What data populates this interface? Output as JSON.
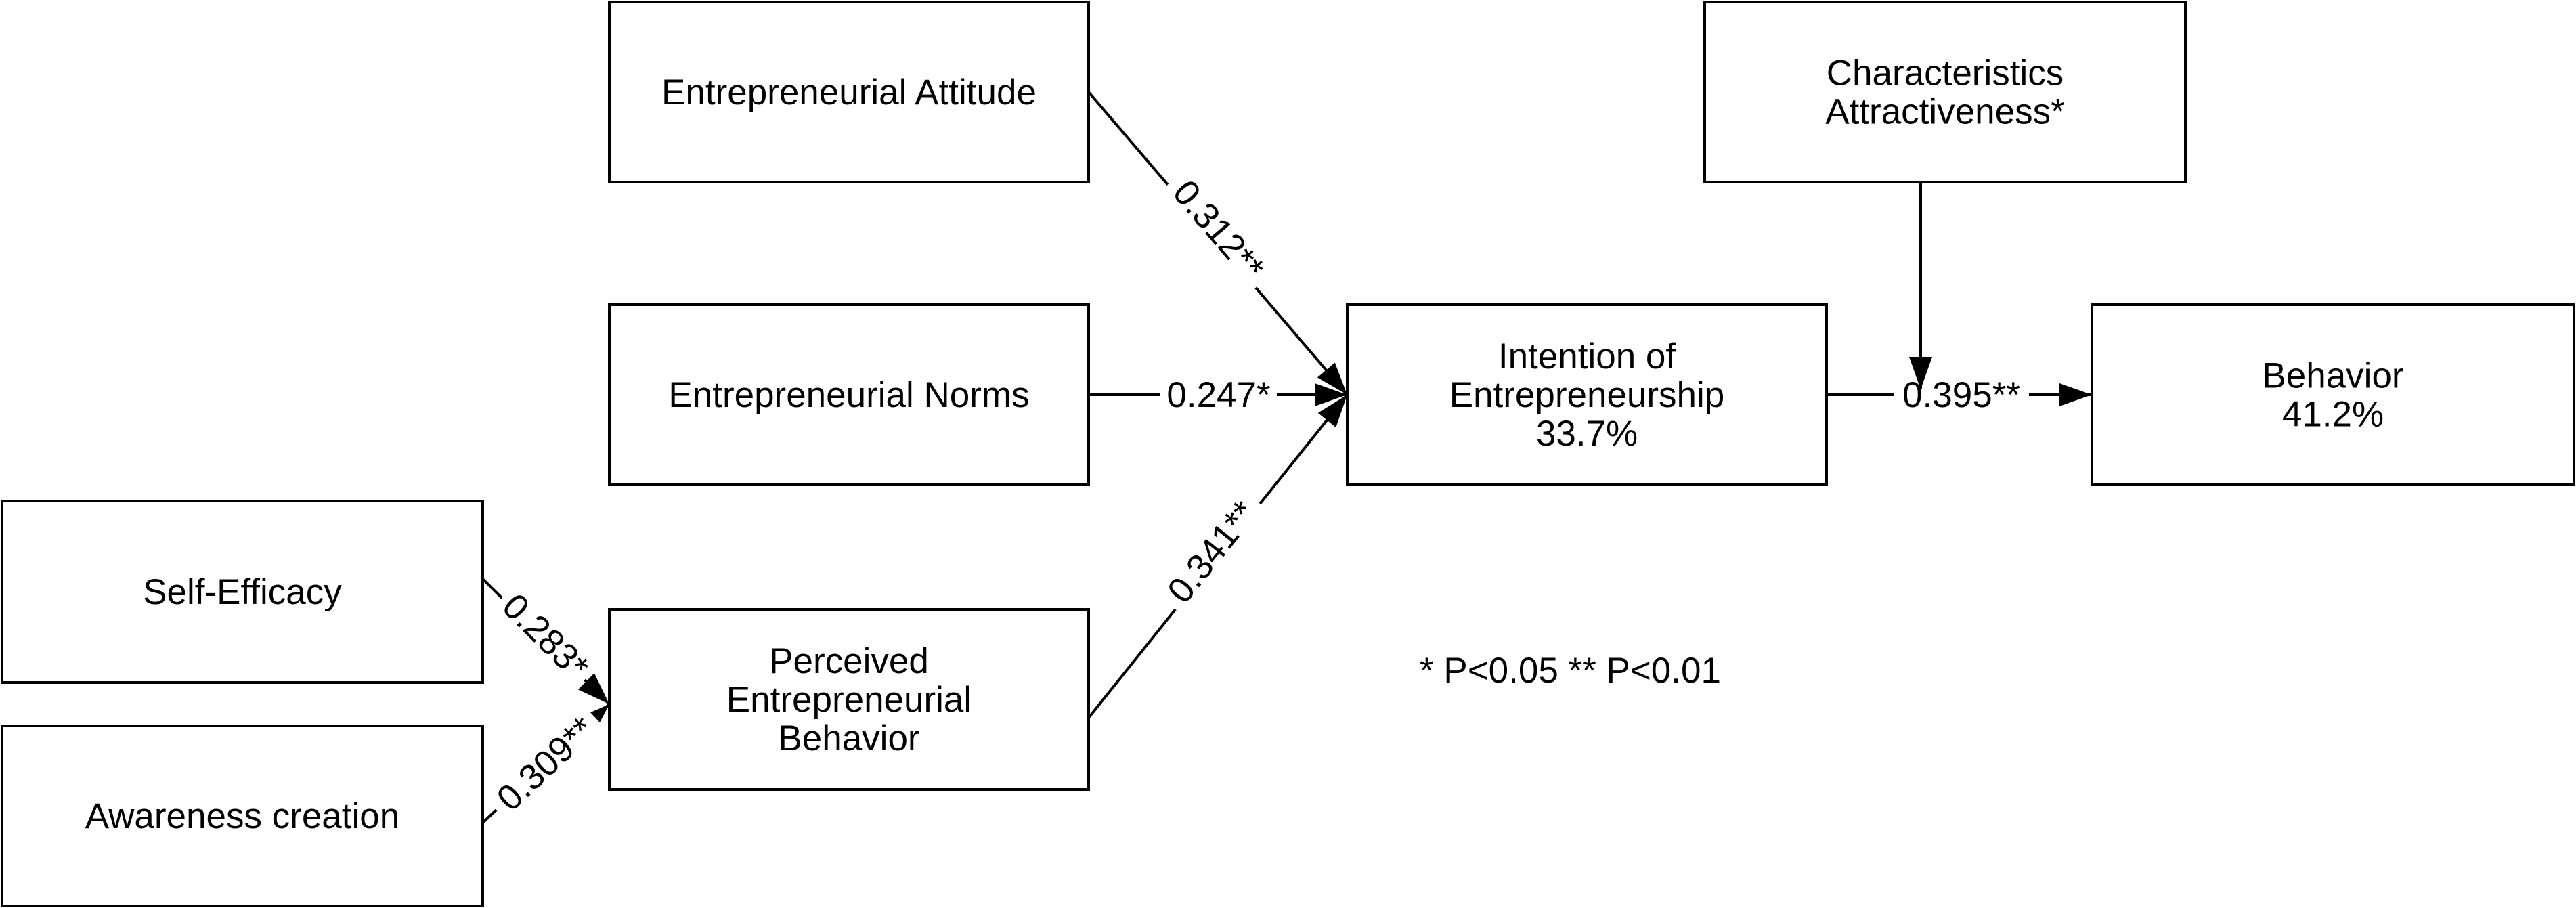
{
  "nodes": [
    {
      "id": "attitude",
      "name": "node-entrepreneurial-attitude",
      "lines": [
        "Entrepreneurial Attitude"
      ]
    },
    {
      "id": "norms",
      "name": "node-entrepreneurial-norms",
      "lines": [
        "Entrepreneurial Norms"
      ]
    },
    {
      "id": "selfeff",
      "name": "node-self-efficacy",
      "lines": [
        "Self-Efficacy"
      ]
    },
    {
      "id": "awareness",
      "name": "node-awareness-creation",
      "lines": [
        "Awareness creation"
      ]
    },
    {
      "id": "perceived",
      "name": "node-perceived-entrepreneurial-behavior",
      "lines": [
        "Perceived",
        "Entrepreneurial",
        "Behavior"
      ]
    },
    {
      "id": "intention",
      "name": "node-intention-of-entrepreneurship",
      "lines": [
        "Intention of",
        "Entrepreneurship",
        "33.7%"
      ]
    },
    {
      "id": "charact",
      "name": "node-characteristics-attractiveness",
      "lines": [
        "Characteristics",
        "Attractiveness*"
      ]
    },
    {
      "id": "behavior",
      "name": "node-behavior",
      "lines": [
        "Behavior",
        "41.2%"
      ]
    }
  ],
  "edges": [
    {
      "id": "e1",
      "from": "attitude",
      "to": "intention",
      "label": "0.312**"
    },
    {
      "id": "e2",
      "from": "norms",
      "to": "intention",
      "label": "0.247*"
    },
    {
      "id": "e3",
      "from": "perceived",
      "to": "intention",
      "label": "0.341**"
    },
    {
      "id": "e4",
      "from": "selfeff",
      "to": "perceived",
      "label": "0.283*"
    },
    {
      "id": "e5",
      "from": "awareness",
      "to": "perceived",
      "label": "0.309**"
    },
    {
      "id": "e6",
      "from": "intention",
      "to": "behavior",
      "label": "0.395**"
    },
    {
      "id": "e7",
      "from": "charact",
      "to": "e6",
      "label": ""
    }
  ],
  "note": "* P<0.05  ** P<0.01"
}
